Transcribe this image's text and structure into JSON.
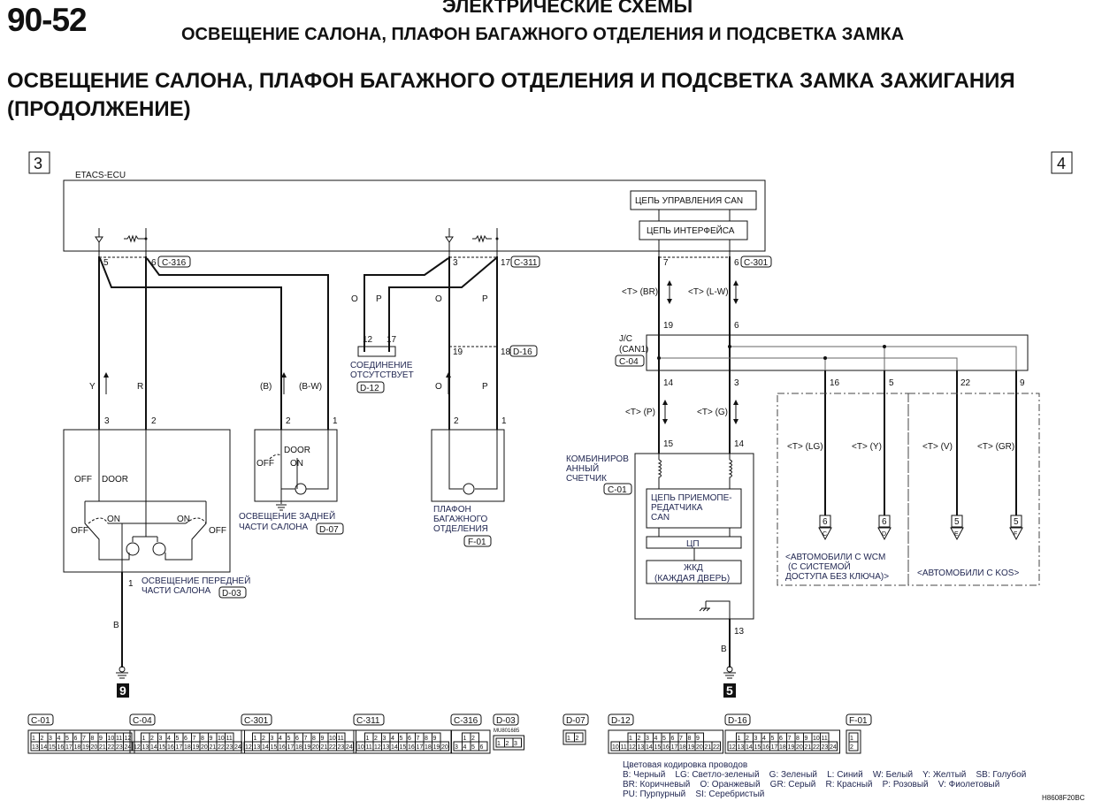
{
  "header": {
    "page_number": "90-52",
    "section": "ЭЛЕКТРИЧЕСКИЕ СХЕМЫ",
    "subsection": "ОСВЕЩЕНИЕ САЛОНА, ПЛАФОН БАГАЖНОГО ОТДЕЛЕНИЯ И ПОДСВЕТКА ЗАМКА"
  },
  "title": {
    "line1": "ОСВЕЩЕНИЕ САЛОНА, ПЛАФОН БАГАЖНОГО ОТДЕЛЕНИЯ И ПОДСВЕТКА ЗАМКА ЗАЖИГАНИЯ",
    "line2": "(ПРОДОЛЖЕНИЕ)"
  },
  "diagram": {
    "markers": {
      "prev": "3",
      "next": "4"
    },
    "ecu": {
      "name": "ETACS-ECU",
      "can_control": "ЦЕПЬ УПРАВЛЕНИЯ CAN",
      "interface": "ЦЕПЬ ИНТЕРФЕЙСА"
    },
    "ecu_pins": {
      "p5": "5",
      "p6": "6",
      "c316": "C-316",
      "p3": "3",
      "p17": "17",
      "c311": "C-311",
      "p7": "7",
      "p6b": "6",
      "c301": "C-301"
    },
    "wires": {
      "y": "Y",
      "r": "R",
      "b": "(B)",
      "bw": "(B-W)",
      "o1": "O",
      "p1": "P",
      "o2": "O",
      "p2": "P",
      "o3": "O",
      "p3": "P",
      "gnd1": "B",
      "gnd2": "B"
    },
    "d12": {
      "pin12": "12",
      "pin17": "17",
      "text1": "СОЕДИНЕНИЕ",
      "text2": "ОТСУТСТВУЕТ",
      "ref": "D-12"
    },
    "d16": {
      "pin19": "19",
      "pin18": "18",
      "ref": "D-16"
    },
    "front_light": {
      "pin3": "3",
      "pin2": "2",
      "pin1": "1",
      "off1": "OFF",
      "door": "DOOR",
      "on_l": "ON",
      "on_r": "ON",
      "off_l": "OFF",
      "off_r": "OFF",
      "name1": "ОСВЕЩЕНИЕ ПЕРЕДНЕЙ",
      "name2": "ЧАСТИ САЛОНА",
      "ref": "D-03"
    },
    "rear_light": {
      "pin2": "2",
      "pin1": "1",
      "door": "DOOR",
      "off": "OFF",
      "on": "ON",
      "name1": "ОСВЕЩЕНИЕ ЗАДНЕЙ",
      "name2": "ЧАСТИ САЛОНА",
      "ref": "D-07"
    },
    "trunk_light": {
      "pin2": "2",
      "pin1": "1",
      "name1": "ПЛАФОН",
      "name2": "БАГАЖНОГО",
      "name3": "ОТДЕЛЕНИЯ",
      "ref": "F-01"
    },
    "ground_points": {
      "left": "9",
      "right": "5"
    },
    "can": {
      "br": "<T> (BR)",
      "lw": "<T> (L-W)",
      "p": "<T> (P)",
      "g": "<T> (G)",
      "jc_pin19": "19",
      "jc_pin6": "6",
      "jc1": "J/C",
      "jc2": "(CAN1)",
      "jc_ref": "C-04",
      "jc_out": [
        "14",
        "3",
        "16",
        "5",
        "22",
        "9"
      ],
      "lg": "<T> (LG)",
      "yl": "<T> (Y)",
      "v": "<T> (V)",
      "gr": "<T> (GR)",
      "jumps": [
        {
          "page": "6",
          "letter": "C"
        },
        {
          "page": "6",
          "letter": "D"
        },
        {
          "page": "5",
          "letter": "E"
        },
        {
          "page": "5",
          "letter": "F"
        }
      ],
      "wcm1": "<АВТОМОБИЛИ С WCM",
      "wcm2": "(С СИСТЕМОЙ",
      "wcm3": "ДОСТУПА БЕЗ КЛЮЧА)>",
      "kos": "<АВТОМОБИЛИ С KOS>"
    },
    "meter": {
      "pin15": "15",
      "pin14": "14",
      "pin13": "13",
      "name1": "КОМБИНИРОВ",
      "name2": "АННЫЙ",
      "name3": "СЧЕТЧИК",
      "ref": "C-01",
      "can1": "ЦЕПЬ ПРИЕМОПЕ-",
      "can2": "РЕДАТЧИКА",
      "can3": "CAN",
      "cpu": "ЦП",
      "lcd1": "ЖКД",
      "lcd2": "(КАЖДАЯ ДВЕРЬ)"
    }
  },
  "connectors": [
    {
      "ref": "C-01",
      "rows": [
        [
          "1",
          "2",
          "3",
          "4",
          "5",
          "6",
          "7",
          "8",
          "9",
          "10",
          "11",
          "12"
        ],
        [
          "13",
          "14",
          "15",
          "16",
          "17",
          "18",
          "19",
          "20",
          "21",
          "22",
          "23",
          "24"
        ]
      ]
    },
    {
      "ref": "C-04",
      "rows": [
        [
          "1",
          "2",
          "3",
          "4",
          "5",
          "6",
          "7",
          "8",
          "9",
          "10",
          "11"
        ],
        [
          "12",
          "13",
          "14",
          "15",
          "16",
          "17",
          "18",
          "19",
          "20",
          "21",
          "22",
          "23",
          "24"
        ]
      ]
    },
    {
      "ref": "C-301",
      "rows": [
        [
          "1",
          "2",
          "3",
          "4",
          "5",
          "6",
          "7",
          "8",
          "9",
          "10",
          "11"
        ],
        [
          "12",
          "13",
          "14",
          "15",
          "16",
          "17",
          "18",
          "19",
          "20",
          "21",
          "22",
          "23",
          "24"
        ]
      ]
    },
    {
      "ref": "C-311",
      "rows": [
        [
          "1",
          "2",
          "3",
          "4",
          "5",
          "6",
          "7",
          "8",
          "9"
        ],
        [
          "10",
          "11",
          "12",
          "13",
          "14",
          "15",
          "16",
          "17",
          "18",
          "19",
          "20"
        ]
      ]
    },
    {
      "ref": "C-316",
      "rows": [
        [
          "1",
          "2"
        ],
        [
          "3",
          "4",
          "5",
          "6"
        ]
      ]
    },
    {
      "ref": "D-03",
      "part": "MU801685",
      "rows": [
        [
          "1",
          "2",
          "3"
        ]
      ]
    },
    {
      "ref": "D-07",
      "rows": [
        [
          "1",
          "2"
        ]
      ]
    },
    {
      "ref": "D-12",
      "rows": [
        [
          "1",
          "2",
          "3",
          "4",
          "5",
          "6",
          "7",
          "8",
          "9"
        ],
        [
          "10",
          "11",
          "12",
          "13",
          "14",
          "15",
          "16",
          "17",
          "18",
          "19",
          "20",
          "21",
          "22"
        ]
      ]
    },
    {
      "ref": "D-16",
      "rows": [
        [
          "1",
          "2",
          "3",
          "4",
          "5",
          "6",
          "7",
          "8",
          "9",
          "10",
          "11"
        ],
        [
          "12",
          "13",
          "14",
          "15",
          "16",
          "17",
          "18",
          "19",
          "20",
          "21",
          "22",
          "23",
          "24"
        ]
      ]
    },
    {
      "ref": "F-01",
      "rows": [
        [
          "1"
        ],
        [
          "2"
        ]
      ]
    }
  ],
  "legend": {
    "title": "Цветовая кодировка проводов",
    "line1": "B: Черный    LG: Светло-зеленый    G: Зеленый    L: Синий    W: Белый    Y: Желтый    SB: Голубой",
    "line2": "BR: Коричневый    O: Оранжевый    GR: Серый    R: Красный    P: Розовый    V: Фиолетовый",
    "line3": "PU: Пурпурный    SI: Серебристый"
  },
  "figure_code": "H8608F20BC"
}
